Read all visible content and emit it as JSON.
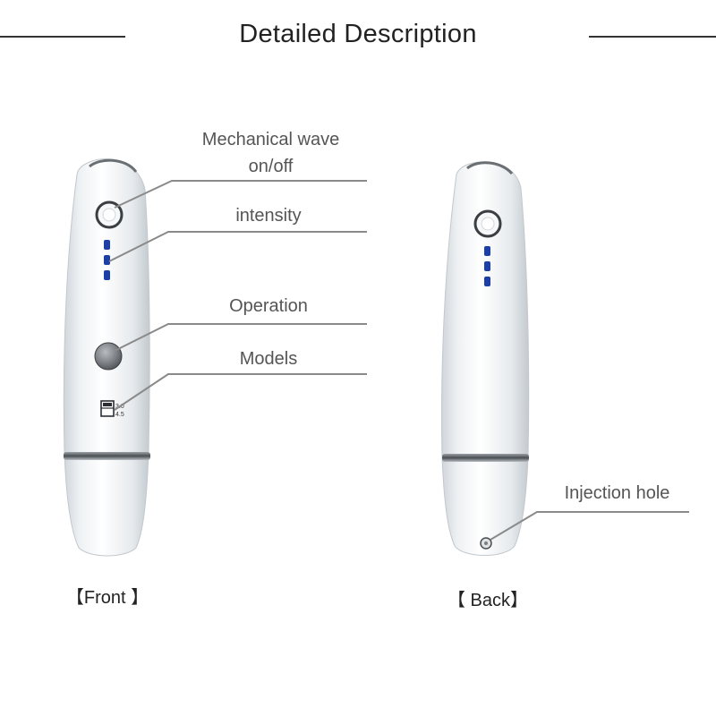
{
  "header": {
    "title": "Detailed Description"
  },
  "labels": {
    "mechanical_wave_line1": "Mechanical wave",
    "mechanical_wave_line2": "on/off",
    "intensity": "intensity",
    "operation": "Operation",
    "models": "Models",
    "injection_hole": "Injection hole"
  },
  "switch": {
    "option_top": "3.0",
    "option_bottom": "4.5"
  },
  "captions": {
    "front": "【Front 】",
    "back": "【 Back】"
  },
  "colors": {
    "body": "#eceff1",
    "indicator": "#1c3fa8",
    "leader_line": "#8a8a8a",
    "rule": "#333333"
  }
}
